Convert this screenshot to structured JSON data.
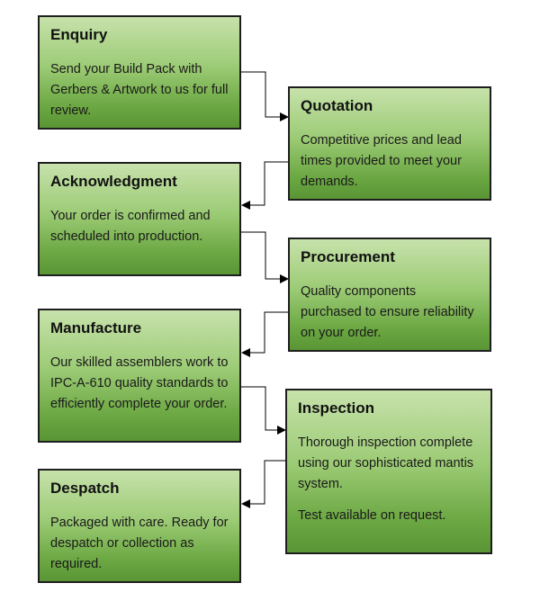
{
  "steps": [
    {
      "title": "Enquiry",
      "text": "Send your Build Pack with Gerbers & Artwork to us for full review."
    },
    {
      "title": "Quotation",
      "text": "Competitive prices and lead times provided to meet your demands."
    },
    {
      "title": "Acknowledgment",
      "text": "Your order is confirmed and scheduled into production."
    },
    {
      "title": "Procurement",
      "text": "Quality components purchased to ensure reliability on your order."
    },
    {
      "title": "Manufacture",
      "text": "Our skilled assemblers work to IPC-A-610 quality standards to efficiently complete your order."
    },
    {
      "title": "Inspection",
      "text": "Thorough inspection complete using our sophisticated mantis system.",
      "note": "Test available on request."
    },
    {
      "title": "Despatch",
      "text": "Packaged with care. Ready for despatch or collection as required."
    }
  ],
  "colors": {
    "box_top": "#c7e2ab",
    "box_bottom": "#5a9535",
    "border": "#1e1e1e",
    "connector": "#000000"
  }
}
